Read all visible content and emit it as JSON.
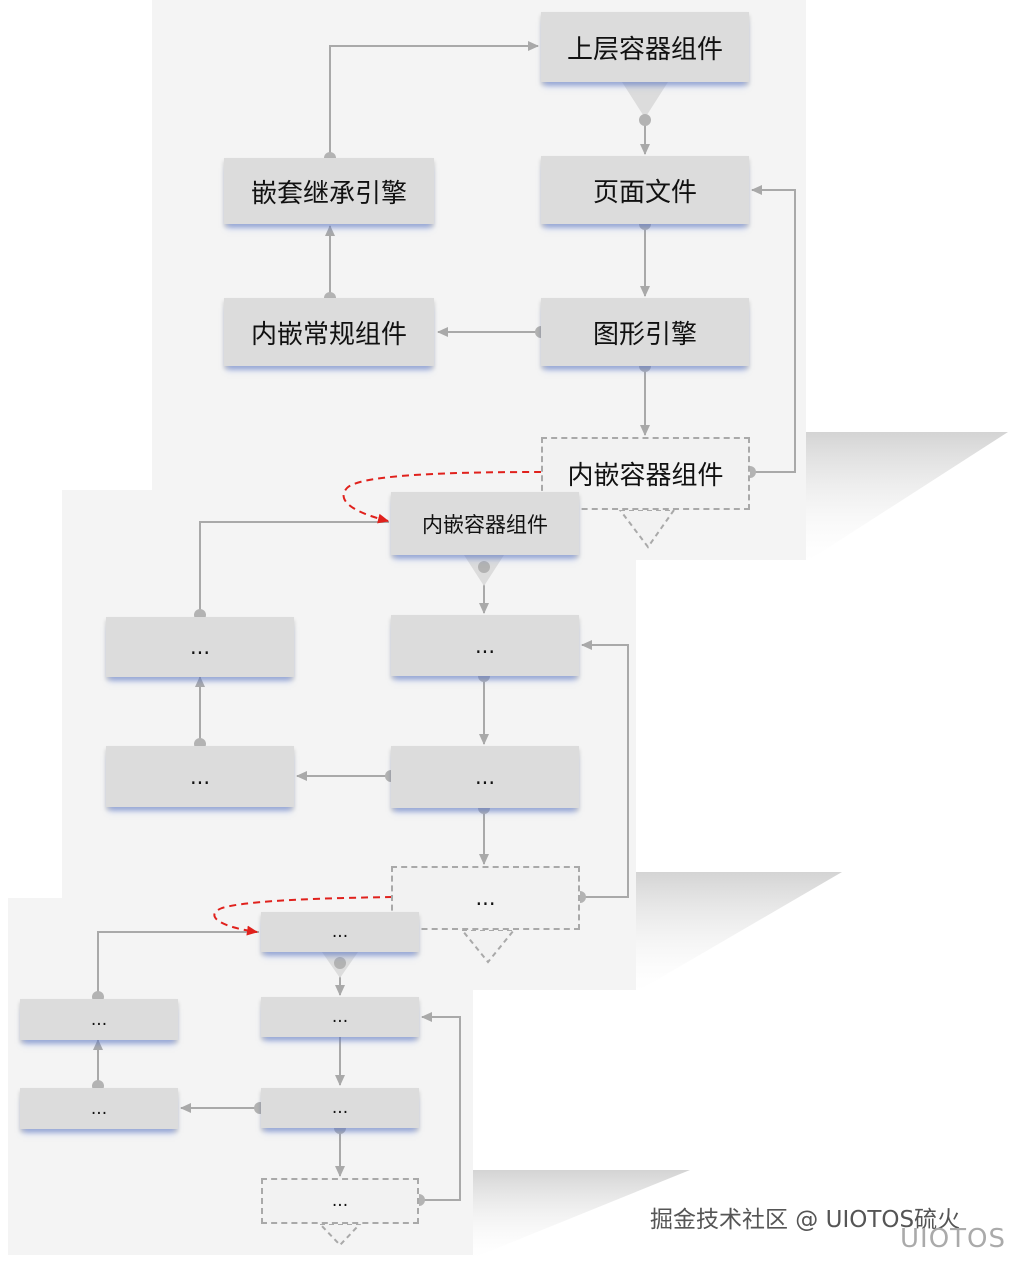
{
  "level1": {
    "upper_container": "上层容器组件",
    "page_file": "页面文件",
    "nested_engine": "嵌套继承引擎",
    "graphic_engine": "图形引擎",
    "nested_regular": "内嵌常规组件",
    "nested_container": "内嵌容器组件"
  },
  "level2": {
    "nested_container": "内嵌容器组件",
    "placeholders": [
      "...",
      "...",
      "...",
      "...",
      "..."
    ]
  },
  "level3": {
    "top": "...",
    "placeholders": [
      "...",
      "...",
      "...",
      "...",
      "..."
    ]
  },
  "watermark": {
    "text": "掘金技术社区 @ UIOTOS硫火",
    "brand": "UIOTOS"
  },
  "colors": {
    "connector": "#a9a9a9",
    "dashed_link": "#e0211c",
    "node_fill": "#dcdcdc",
    "node_glow": "#7b97e6"
  }
}
